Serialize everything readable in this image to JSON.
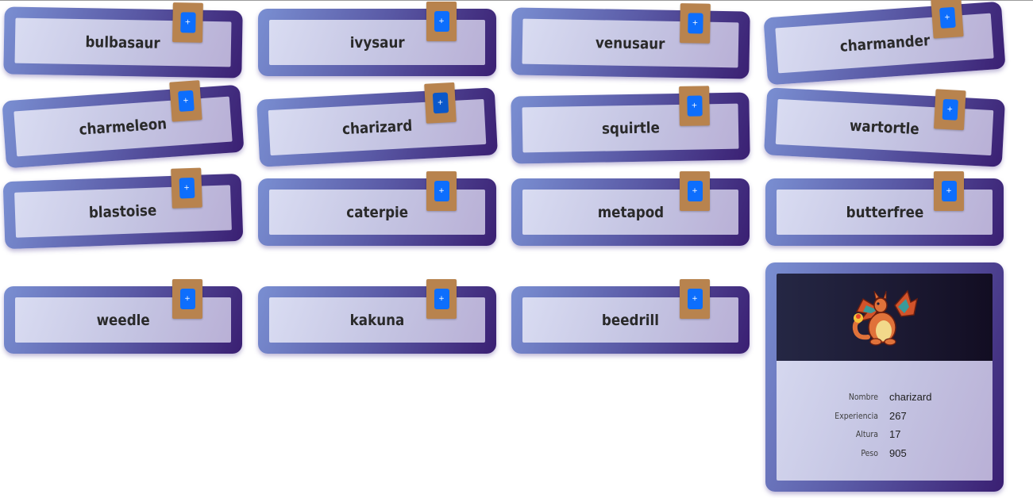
{
  "pokemon": [
    {
      "name": "bulbasaur",
      "add_label": "+"
    },
    {
      "name": "ivysaur",
      "add_label": "+"
    },
    {
      "name": "venusaur",
      "add_label": "+"
    },
    {
      "name": "charmander",
      "add_label": "+"
    },
    {
      "name": "charmeleon",
      "add_label": "+"
    },
    {
      "name": "charizard",
      "add_label": "+"
    },
    {
      "name": "squirtle",
      "add_label": "+"
    },
    {
      "name": "wartortle",
      "add_label": "+"
    },
    {
      "name": "blastoise",
      "add_label": "+"
    },
    {
      "name": "caterpie",
      "add_label": "+"
    },
    {
      "name": "metapod",
      "add_label": "+"
    },
    {
      "name": "butterfree",
      "add_label": "+"
    },
    {
      "name": "weedle",
      "add_label": "+"
    },
    {
      "name": "kakuna",
      "add_label": "+"
    },
    {
      "name": "beedrill",
      "add_label": "+"
    }
  ],
  "selected": {
    "sprite": "charizard-sprite",
    "rows": [
      {
        "label": "Nombre",
        "value": "charizard"
      },
      {
        "label": "Experiencia",
        "value": "267"
      },
      {
        "label": "Altura",
        "value": "17"
      },
      {
        "label": "Peso",
        "value": "905"
      }
    ]
  },
  "colors": {
    "card_frame_start": "#7a8fd2",
    "card_frame_end": "#3a1f72",
    "card_inner": "#c4c4e2",
    "sleeve": "#b8834e",
    "add_button": "#0d6efd",
    "image_background": "#1c1a33"
  }
}
